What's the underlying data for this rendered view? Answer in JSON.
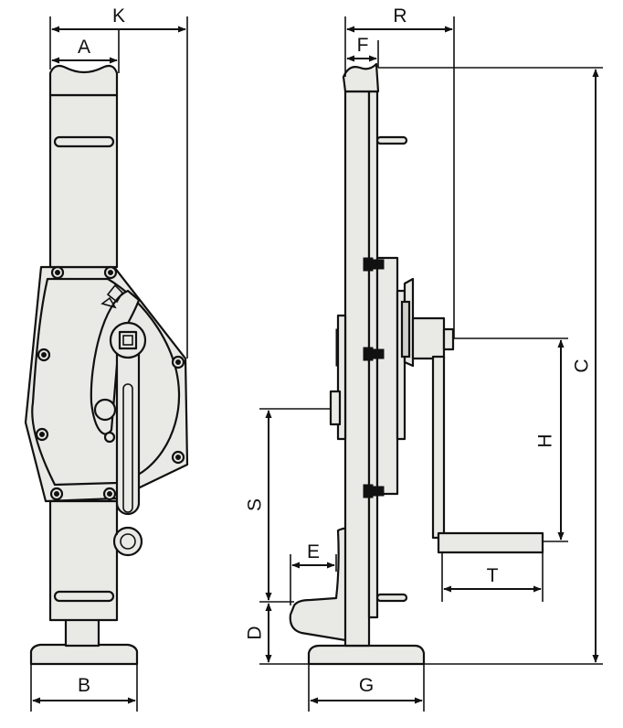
{
  "diagram": {
    "dimension_labels": {
      "K": "K",
      "A": "A",
      "B": "B",
      "R": "R",
      "F": "F",
      "C": "C",
      "H": "H",
      "S": "S",
      "E": "E",
      "D": "D",
      "T": "T",
      "G": "G"
    }
  }
}
